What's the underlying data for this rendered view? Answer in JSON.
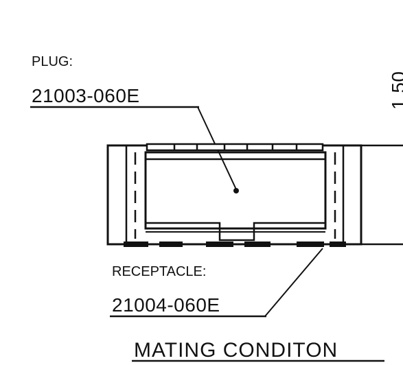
{
  "plug": {
    "label": "PLUG:",
    "part_number": "21003-060E"
  },
  "receptacle": {
    "label": "RECEPTACLE:",
    "part_number": "21004-060E"
  },
  "caption": "MATING CONDITON",
  "dimension_text": "1.50"
}
